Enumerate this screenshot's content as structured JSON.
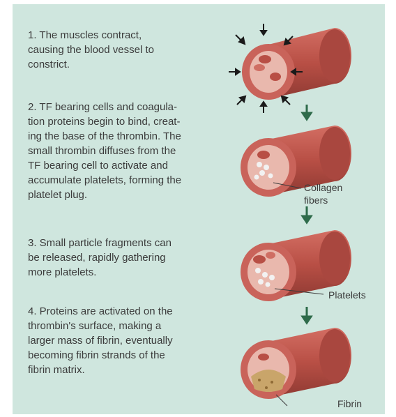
{
  "steps": [
    "1. The muscles contract,\ncausing the blood vessel to\nconstrict.",
    "2. TF bearing cells and coagula-\ntion proteins begin to bind, creat-\ning the base of the thrombin. The\nsmall thrombin diffuses from the\nTF bearing cell to activate and\naccumulate platelets, forming the\nplatelet plug.",
    "3. Small particle fragments can\nbe released, rapidly gathering\nmore platelets.",
    "4. Proteins are activated on the\nthrombin's surface, making a\nlarger mass of fibrin, eventually\nbecoming fibrin strands of the\nfibrin matrix."
  ],
  "labels": {
    "collagen": "Collagen\nfibers",
    "platelets": "Platelets",
    "fibrin": "Fibrin"
  },
  "colors": {
    "background": "#cfe6de",
    "vessel": "#c05a50",
    "vessel_dark": "#8f3a33",
    "lumen": "#e9b8ad",
    "arrow": "#2e6b4a",
    "fibrin": "#c9a56a"
  }
}
